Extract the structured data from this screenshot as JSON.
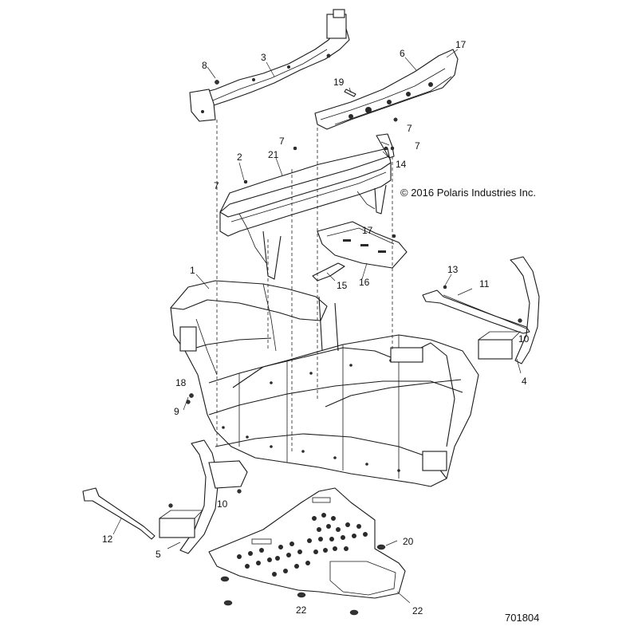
{
  "copyright": "© 2016 Polaris Industries Inc.",
  "figure_number": "701804",
  "callouts": {
    "c1": "1",
    "c2": "2",
    "c3": "3",
    "c4": "4",
    "c5": "5",
    "c6": "6",
    "c7a": "7",
    "c7b": "7",
    "c7c": "7",
    "c7d": "7",
    "c8": "8",
    "c9": "9",
    "c10a": "10",
    "c10b": "10",
    "c11": "11",
    "c12": "12",
    "c13": "13",
    "c14": "14",
    "c15": "15",
    "c16": "16",
    "c17a": "17",
    "c17b": "17",
    "c18": "18",
    "c19": "19",
    "c20": "20",
    "c21": "21",
    "c22a": "22",
    "c22b": "22"
  }
}
